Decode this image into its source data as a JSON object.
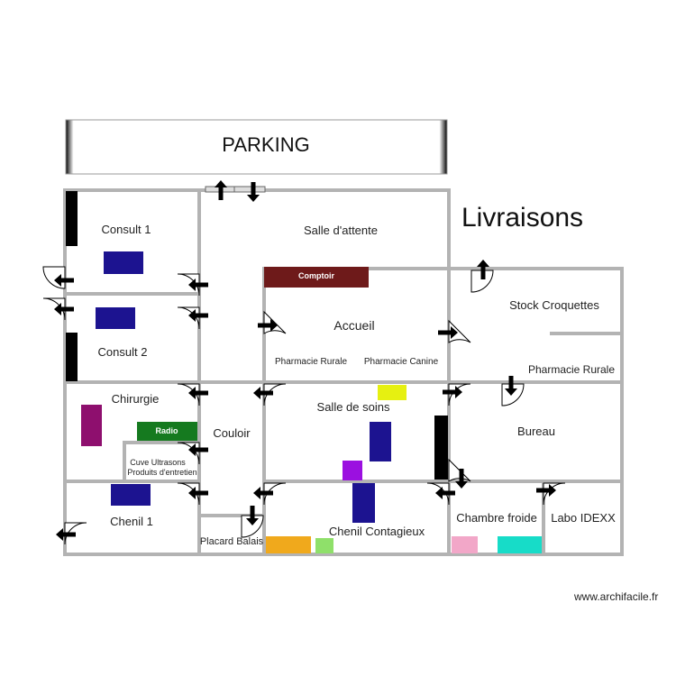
{
  "parking": "PARKING",
  "livraisons": "Livraisons",
  "watermark": "www.archifacile.fr",
  "rooms": {
    "consult1": "Consult 1",
    "consult2": "Consult 2",
    "salle_attente": "Salle d'attente",
    "accueil": "Accueil",
    "stock_croquettes": "Stock Croquettes",
    "pharmacie_rurale_right": "Pharmacie Rurale",
    "pharmacie_rurale_center": "Pharmacie Rurale",
    "pharmacie_canine": "Pharmacie Canine",
    "chirurgie": "Chirurgie",
    "couloir": "Couloir",
    "salle_soins": "Salle de soins",
    "bureau": "Bureau",
    "cuve_ultrasons": "Cuve Ultrasons",
    "produits_entretien": "Produits d'entretien",
    "chenil1": "Chenil 1",
    "placard_balais": "Placard Balais",
    "chenil_contagieux": "Chenil Contagieux",
    "chambre_froide": "Chambre froide",
    "labo_idexx": "Labo IDEXX"
  },
  "furniture": {
    "comptoir": "Comptoir",
    "radio": "Radio"
  },
  "colors": {
    "wall": "#b3b3b3",
    "dark_blue": "#1c1390",
    "comptoir": "#6e1a1a",
    "radio": "#157a1f",
    "purple_table": "#8e0f6e",
    "violet": "#9b10e0",
    "yellow": "#e6f011",
    "orange": "#f0a91c",
    "light_green": "#8fe06a",
    "pink": "#f2a7c8",
    "cyan": "#17dcc8",
    "black": "#000000"
  }
}
